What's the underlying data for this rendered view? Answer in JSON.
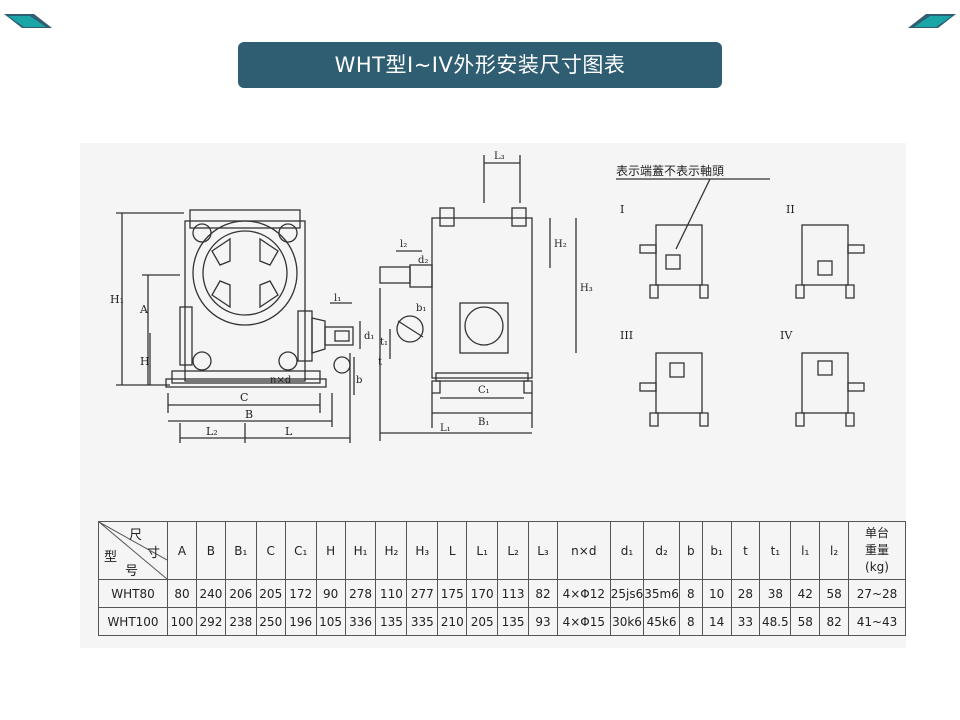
{
  "title": "WHT型I~IV外形安装尺寸图表",
  "drawing": {
    "note": "表示端蓋不表示軸頭",
    "variant_labels": [
      "I",
      "II",
      "III",
      "IV"
    ],
    "front_view_labels": {
      "H1": "H₁",
      "A": "A",
      "H": "H",
      "C": "C",
      "B": "B",
      "L2": "L₂",
      "L": "L",
      "l1": "l₁",
      "d1": "d₁",
      "b": "b",
      "nxd": "n×d",
      "t1": "t₁",
      "b1": "b₁",
      "t": "t"
    },
    "side_view_labels": {
      "L3": "L₃",
      "l2": "l₂",
      "d2": "d₂",
      "H2": "H₂",
      "H3": "H₃",
      "C1": "C₁",
      "B1": "B₁",
      "L1": "L₁"
    }
  },
  "table": {
    "corner": {
      "chi": "尺",
      "cun": "寸",
      "xing": "型",
      "hao": "号"
    },
    "headers": [
      "A",
      "B",
      "B₁",
      "C",
      "C₁",
      "H",
      "H₁",
      "H₂",
      "H₃",
      "L",
      "L₁",
      "L₂",
      "L₃",
      "n×d",
      "d₁",
      "d₂",
      "b",
      "b₁",
      "t",
      "t₁",
      "l₁",
      "l₂"
    ],
    "weight_header": [
      "单台",
      "重量",
      "(kg)"
    ],
    "rows": [
      {
        "model": "WHT80",
        "values": [
          "80",
          "240",
          "206",
          "205",
          "172",
          "90",
          "278",
          "110",
          "277",
          "175",
          "170",
          "113",
          "82",
          "4×Φ12",
          "25js6",
          "35m6",
          "8",
          "10",
          "28",
          "38",
          "42",
          "58"
        ],
        "weight": "27~28"
      },
      {
        "model": "WHT100",
        "values": [
          "100",
          "292",
          "238",
          "250",
          "196",
          "105",
          "336",
          "135",
          "335",
          "210",
          "205",
          "135",
          "93",
          "4×Φ15",
          "30k6",
          "45k6",
          "8",
          "14",
          "33",
          "48.5",
          "58",
          "82"
        ],
        "weight": "41~43"
      }
    ]
  },
  "colors": {
    "title_bar": "#2f5d72",
    "accent_teal": "#1aa6a6",
    "accent_dark": "#2f5d72"
  }
}
